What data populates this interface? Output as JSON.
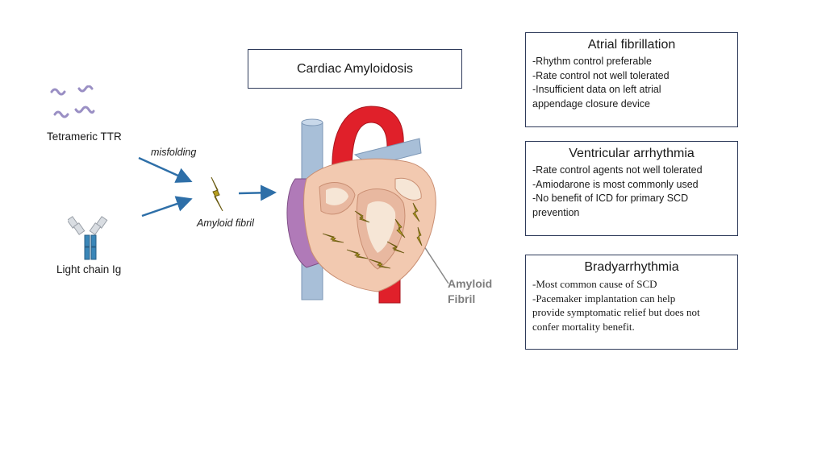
{
  "title": "Cardiac Amyloidosis",
  "left": {
    "ttr_label": "Tetrameric TTR",
    "lc_label": "Light chain Ig",
    "misfolding_label": "misfolding",
    "fibril_label": "Amyloid fibril"
  },
  "heart": {
    "fibril_label_line1": "Amyloid",
    "fibril_label_line2": "Fibril"
  },
  "boxes": {
    "af": {
      "title": "Atrial fibrillation",
      "items": [
        "-Rhythm control preferable",
        "-Rate control not well tolerated",
        "-Insufficient data on left atrial",
        "appendage closure device"
      ]
    },
    "va": {
      "title": "Ventricular arrhythmia",
      "items": [
        "-Rate control agents not well tolerated",
        "-Amiodarone is most commonly used",
        "-No benefit of ICD for primary SCD",
        "prevention"
      ]
    },
    "brady": {
      "title": "Bradyarrhythmia",
      "items": [
        "-Most common cause of SCD",
        "-Pacemaker implantation can help",
        "provide symptomatic relief but does not",
        "confer mortality benefit."
      ]
    }
  },
  "colors": {
    "arrow": "#2e6fa8",
    "fibril": "#b8a020",
    "box_border": "#2e3a5a",
    "aorta": "#e0202a",
    "vena": "#a8bfd8",
    "atrium": "#b07ab8",
    "myocardium": "#f2c9b0"
  }
}
